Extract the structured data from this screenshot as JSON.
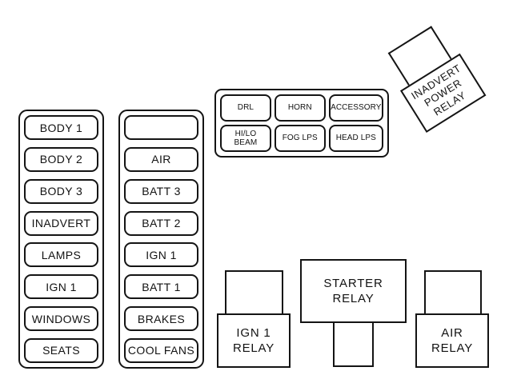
{
  "diagram": {
    "kind": "fuse-relay-block-diagram",
    "colors": {
      "line": "#141414",
      "background": "#ffffff"
    }
  },
  "left_fuse_panel": {
    "fuses": [
      "BODY 1",
      "BODY 2",
      "BODY 3",
      "INADVERT",
      "LAMPS",
      "IGN 1",
      "WINDOWS",
      "SEATS"
    ]
  },
  "center_fuse_panel": {
    "fuses": [
      "",
      "AIR",
      "BATT 3",
      "BATT 2",
      "IGN 1",
      "BATT 1",
      "BRAKES",
      "COOL FANS"
    ]
  },
  "micro_relay_panel": {
    "cells": [
      "DRL",
      "HORN",
      "ACCESSORY",
      "HI/LO\nBEAM",
      "FOG LPS",
      "HEAD LPS"
    ]
  },
  "relays": {
    "inadvert_power": {
      "label": "INADVERT\nPOWER\nRELAY"
    },
    "ign1": {
      "label": "IGN 1\nRELAY"
    },
    "starter": {
      "label": "STARTER\nRELAY"
    },
    "air": {
      "label": "AIR\nRELAY"
    }
  }
}
